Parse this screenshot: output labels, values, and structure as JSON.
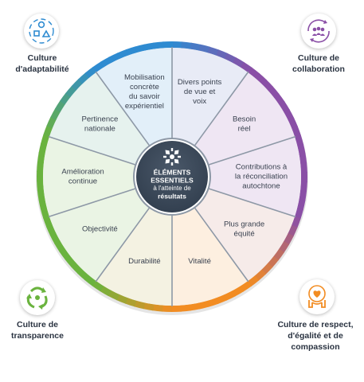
{
  "center": {
    "lines": [
      "ÉLÉMENTS",
      "ESSENTIELS",
      "à l'atteinte de",
      "résultats"
    ]
  },
  "segments": [
    {
      "lines": [
        "Divers points",
        "de vue et",
        "voix"
      ]
    },
    {
      "lines": [
        "Besoin",
        "réel"
      ]
    },
    {
      "lines": [
        "Contributions à",
        "la réconciliation",
        "autochtone"
      ]
    },
    {
      "lines": [
        "Plus grande",
        "équité"
      ]
    },
    {
      "lines": [
        "Vitalité"
      ]
    },
    {
      "lines": [
        "Durabilité"
      ]
    },
    {
      "lines": [
        "Objectivité"
      ]
    },
    {
      "lines": [
        "Amélioration",
        "continue"
      ]
    },
    {
      "lines": [
        "Pertinence",
        "nationale"
      ]
    },
    {
      "lines": [
        "Mobilisation",
        "concrète",
        "du savoir",
        "expérientiel"
      ]
    }
  ],
  "cultures": {
    "adaptability": {
      "line1": "Culture",
      "line2": "d'adaptabilité",
      "icon": "shapes-cycle-icon",
      "color": "#2e8bd1"
    },
    "collaboration": {
      "line1": "Culture de",
      "line2": "collaboration",
      "icon": "people-cycle-icon",
      "color": "#8a4fa6"
    },
    "transparency": {
      "line1": "Culture de",
      "line2": "transparence",
      "icon": "recycle-arrows-icon",
      "color": "#6ab33e"
    },
    "respect": {
      "line1": "Culture de respect,",
      "line2": "d'égalité et de",
      "line3": "compassion",
      "icon": "hands-heart-icon",
      "color": "#f28c22"
    }
  },
  "colors": {
    "blue": "#2e8bd1",
    "purple": "#8a4fa6",
    "green": "#6ab33e",
    "orange": "#f28c22",
    "hub": "#3c4a5a",
    "divider": "#8d98a6",
    "text": "#3a4250"
  }
}
